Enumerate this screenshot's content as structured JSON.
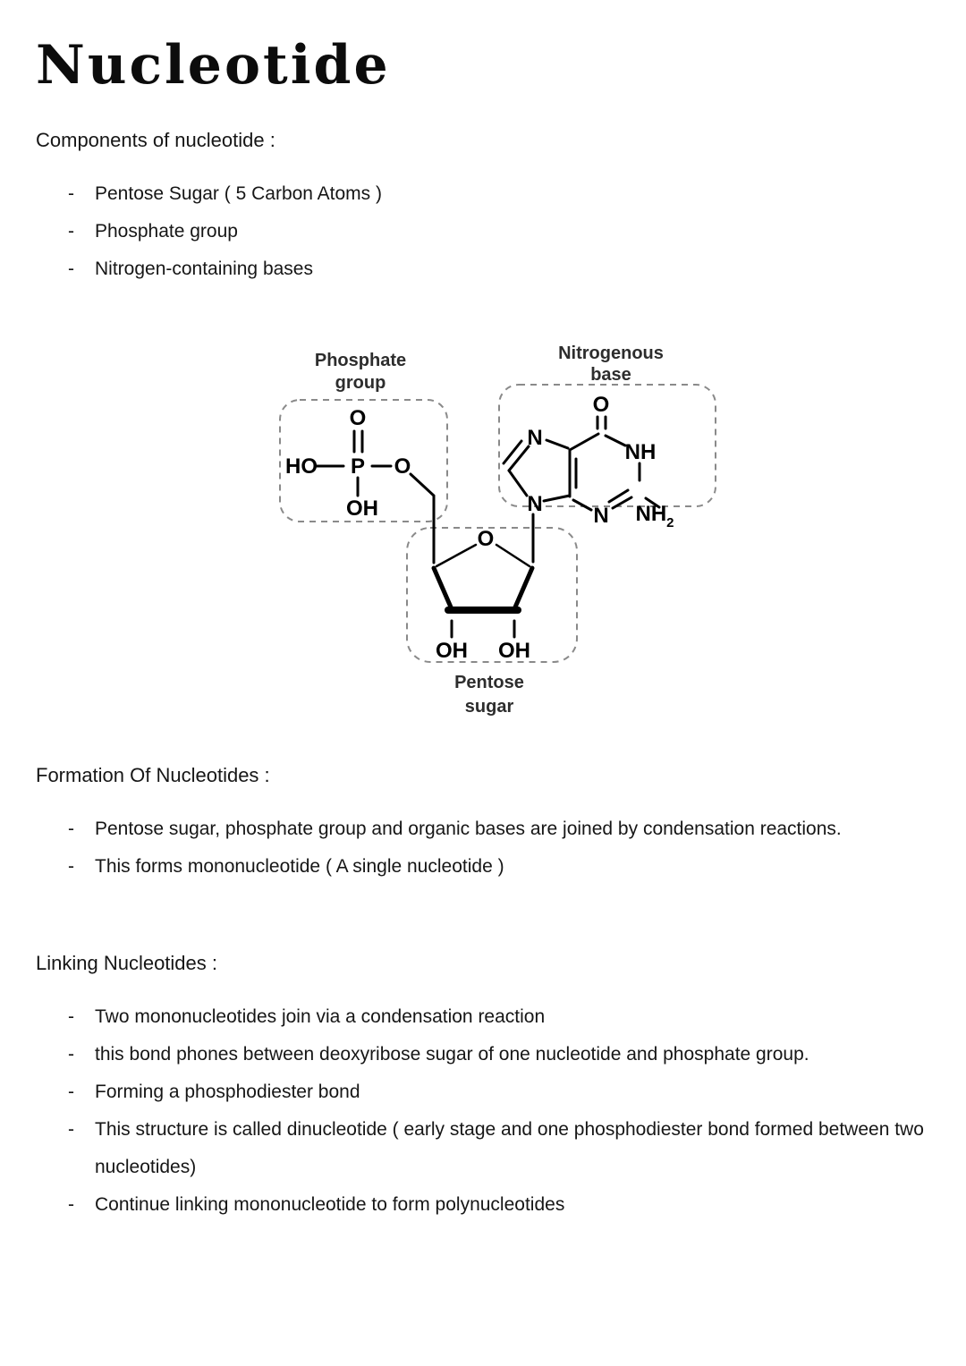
{
  "title": "Nucleotide",
  "bullet_marker": "-",
  "sections": {
    "components": {
      "heading": "Components of nucleotide :",
      "bullets": [
        "Pentose Sugar ( 5 Carbon Atoms )",
        "Phosphate group",
        "Nitrogen-containing bases"
      ]
    },
    "formation": {
      "heading": "Formation Of Nucleotides :",
      "bullets": [
        "Pentose sugar, phosphate group and organic bases are joined by condensation reactions.",
        "This forms mononucleotide ( A single nucleotide )"
      ]
    },
    "linking": {
      "heading": "Linking Nucleotides :",
      "bullets": [
        "Two mononucleotides join via a condensation reaction",
        "this bond phones between deoxyribose sugar of one nucleotide and phosphate group.",
        "Forming a phosphodiester bond",
        "This structure is called dinucleotide ( early stage and one phosphodiester bond formed between two nucleotides)",
        "Continue linking mononucleotide to form polynucleotides"
      ]
    }
  },
  "diagram": {
    "labels": {
      "phosphate_1": "Phosphate",
      "phosphate_2": "group",
      "base_1": "Nitrogenous",
      "base_2": "base",
      "sugar_1": "Pentose",
      "sugar_2": "sugar"
    },
    "atoms": {
      "phosphate_o_top": "O",
      "phosphate_ho": "HO",
      "phosphate_p": "P",
      "phosphate_o_right": "O",
      "phosphate_oh": "OH",
      "sugar_ring_o": "O",
      "sugar_oh_left": "OH",
      "sugar_oh_right": "OH",
      "base_o": "O",
      "base_n7": "N",
      "base_nh": "NH",
      "base_nh2_main": "NH",
      "base_nh2_sub": "2",
      "base_n3": "N",
      "base_n9": "N"
    },
    "colors": {
      "bond": "#000000",
      "dashed_box": "#8a8a8a",
      "label": "#2d2d2d",
      "background": "#ffffff"
    }
  }
}
